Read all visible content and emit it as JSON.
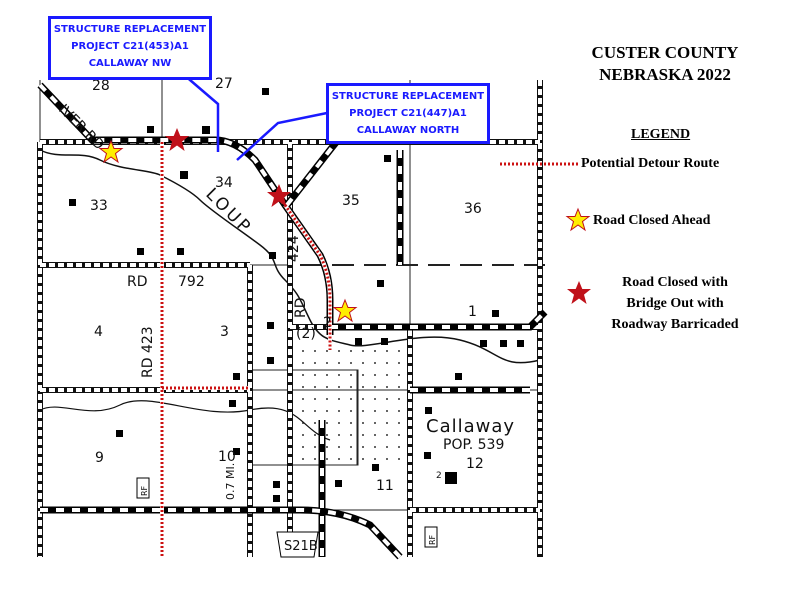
{
  "title": {
    "line1": "CUSTER COUNTY",
    "line2": "NEBRASKA 2022"
  },
  "callouts": [
    {
      "line1": "STRUCTURE REPLACEMENT",
      "line2": "PROJECT C21(453)A1",
      "line3": "CALLAWAY NW"
    },
    {
      "line1": "STRUCTURE REPLACEMENT",
      "line2": "PROJECT C21(447)A1",
      "line3": "CALLAWAY NORTH"
    }
  ],
  "legend": {
    "heading": "LEGEND",
    "detour": "Potential Detour Route",
    "closed_ahead": "Road Closed Ahead",
    "bridge_out_1": "Road Closed with",
    "bridge_out_2": "Bridge Out with",
    "bridge_out_3": "Roadway Barricaded"
  },
  "map_labels": {
    "s28": "28",
    "s27": "27",
    "s33": "33",
    "s34": "34",
    "s35": "35",
    "s36": "36",
    "s4": "4",
    "s3": "3",
    "s2": "2",
    "s1": "1",
    "s9": "9",
    "s10": "10",
    "s11": "11",
    "s12": "12",
    "river_rd": "IVER RD",
    "loup": "LOUP",
    "rd792_a": "RD",
    "rd792_b": "792",
    "rd423": "RD 423",
    "rd424": "424",
    "rd2_a": "RD",
    "rd2_b": "(2)",
    "town": "Callaway",
    "pop": "POP. 539",
    "dist": "0.7 MI.",
    "shield": "S21B",
    "rf": "RF",
    "two": "2"
  },
  "colors": {
    "callout": "#1a1aff",
    "detour": "#cc1111",
    "star_red": "#c0111a",
    "star_yellow": "#ffee00"
  }
}
